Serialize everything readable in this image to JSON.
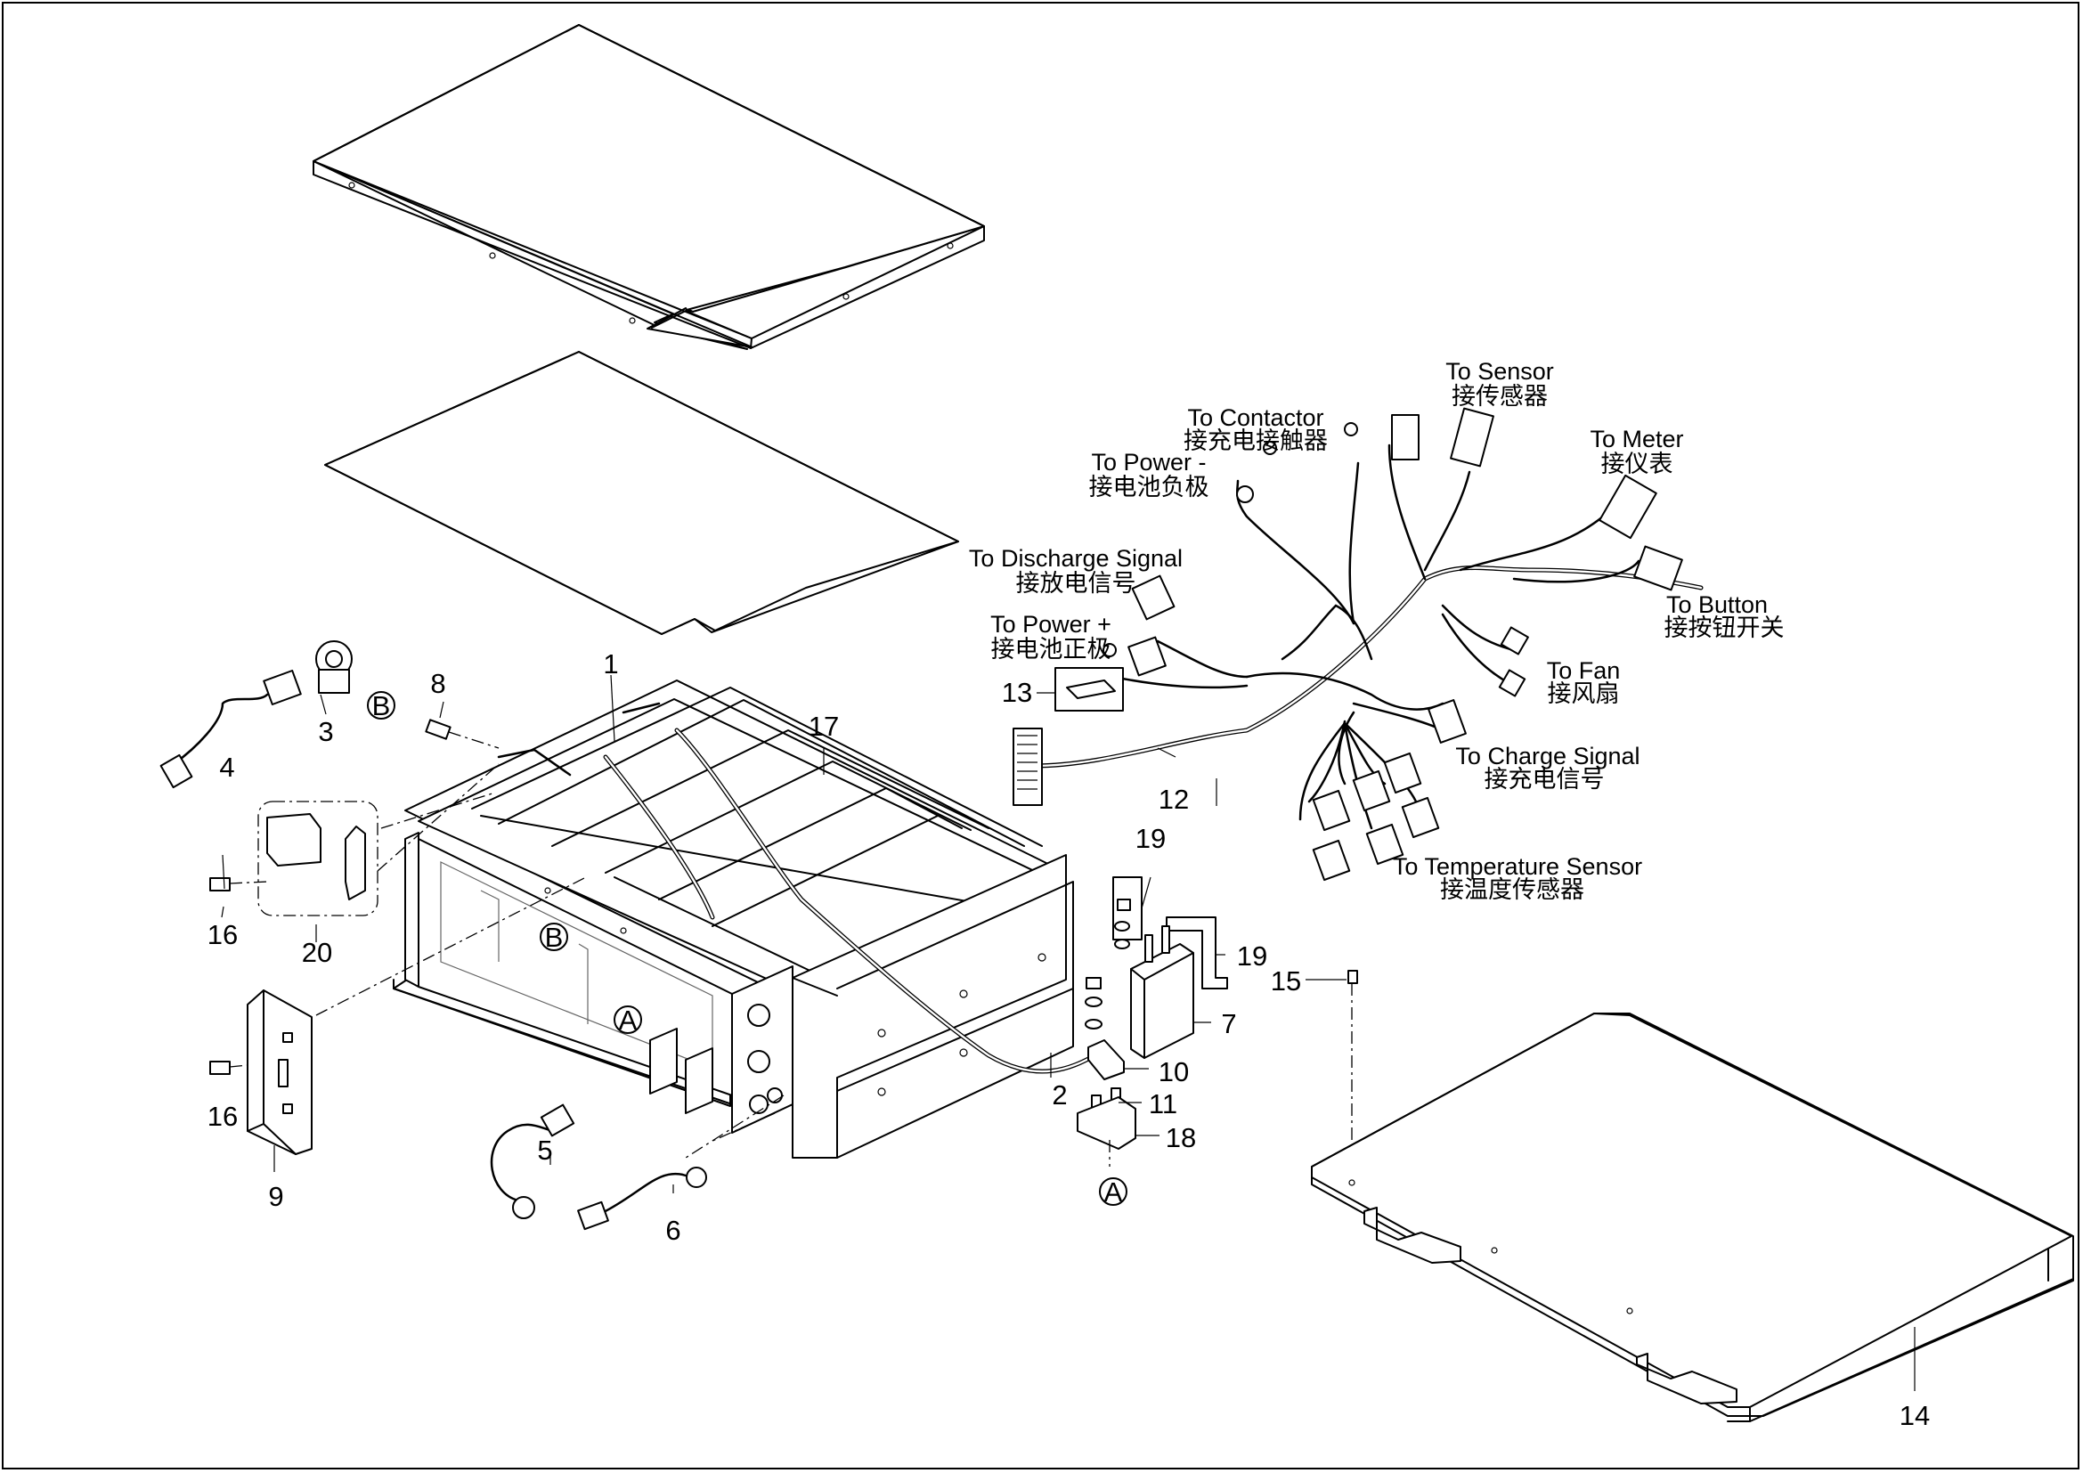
{
  "part_numbers": [
    "1",
    "2",
    "3",
    "4",
    "5",
    "6",
    "7",
    "8",
    "9",
    "10",
    "11",
    "12",
    "13",
    "14",
    "15",
    "16",
    "16",
    "17",
    "18",
    "19",
    "19",
    "20"
  ],
  "callouts": {
    "a": "A",
    "b": "B"
  },
  "connector_labels": {
    "sensor": {
      "en": "To Sensor",
      "cn": "接传感器"
    },
    "contactor": {
      "en": "To Contactor",
      "cn": "接充电接触器"
    },
    "meter": {
      "en": "To Meter",
      "cn": "接仪表"
    },
    "power_neg": {
      "en": "To Power -",
      "cn": "接电池负极"
    },
    "discharge": {
      "en": "To Discharge Signal",
      "cn": "接放电信号"
    },
    "button": {
      "en": "To Button",
      "cn": "接按钮开关"
    },
    "power_pos": {
      "en": "To Power +",
      "cn": "接电池正极"
    },
    "fan": {
      "en": "To Fan",
      "cn": "接风扇"
    },
    "charge": {
      "en": "To Charge Signal",
      "cn": "接充电信号"
    },
    "temperature": {
      "en": "To Temperature Sensor",
      "cn": "接温度传感器"
    }
  }
}
